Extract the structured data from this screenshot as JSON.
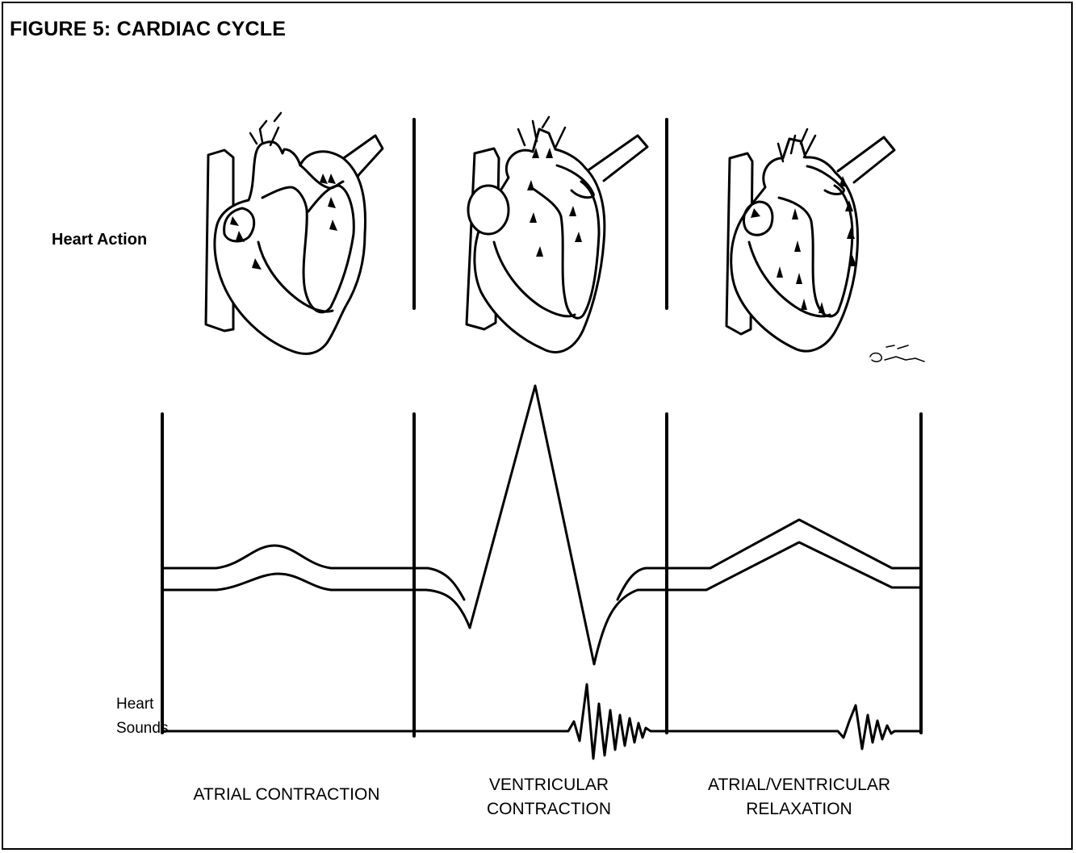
{
  "figure": {
    "title": "FIGURE 5: CARDIAC CYCLE"
  },
  "labels": {
    "heart_action": "Heart Action",
    "heart_sounds_line1": "Heart",
    "heart_sounds_line2": "Sounds"
  },
  "phases": [
    {
      "line1": "ATRIAL CONTRACTION",
      "line2": ""
    },
    {
      "line1": "VENTRICULAR",
      "line2": "CONTRACTION"
    },
    {
      "line1": "ATRIAL/VENTRICULAR",
      "line2": "RELAXATION"
    }
  ],
  "illustrations": [
    {
      "icon": "heart-atrial-contraction-icon"
    },
    {
      "icon": "heart-ventricular-contraction-icon"
    },
    {
      "icon": "heart-relaxation-icon"
    }
  ],
  "colors": {
    "ink": "#000000",
    "background": "#ffffff"
  }
}
